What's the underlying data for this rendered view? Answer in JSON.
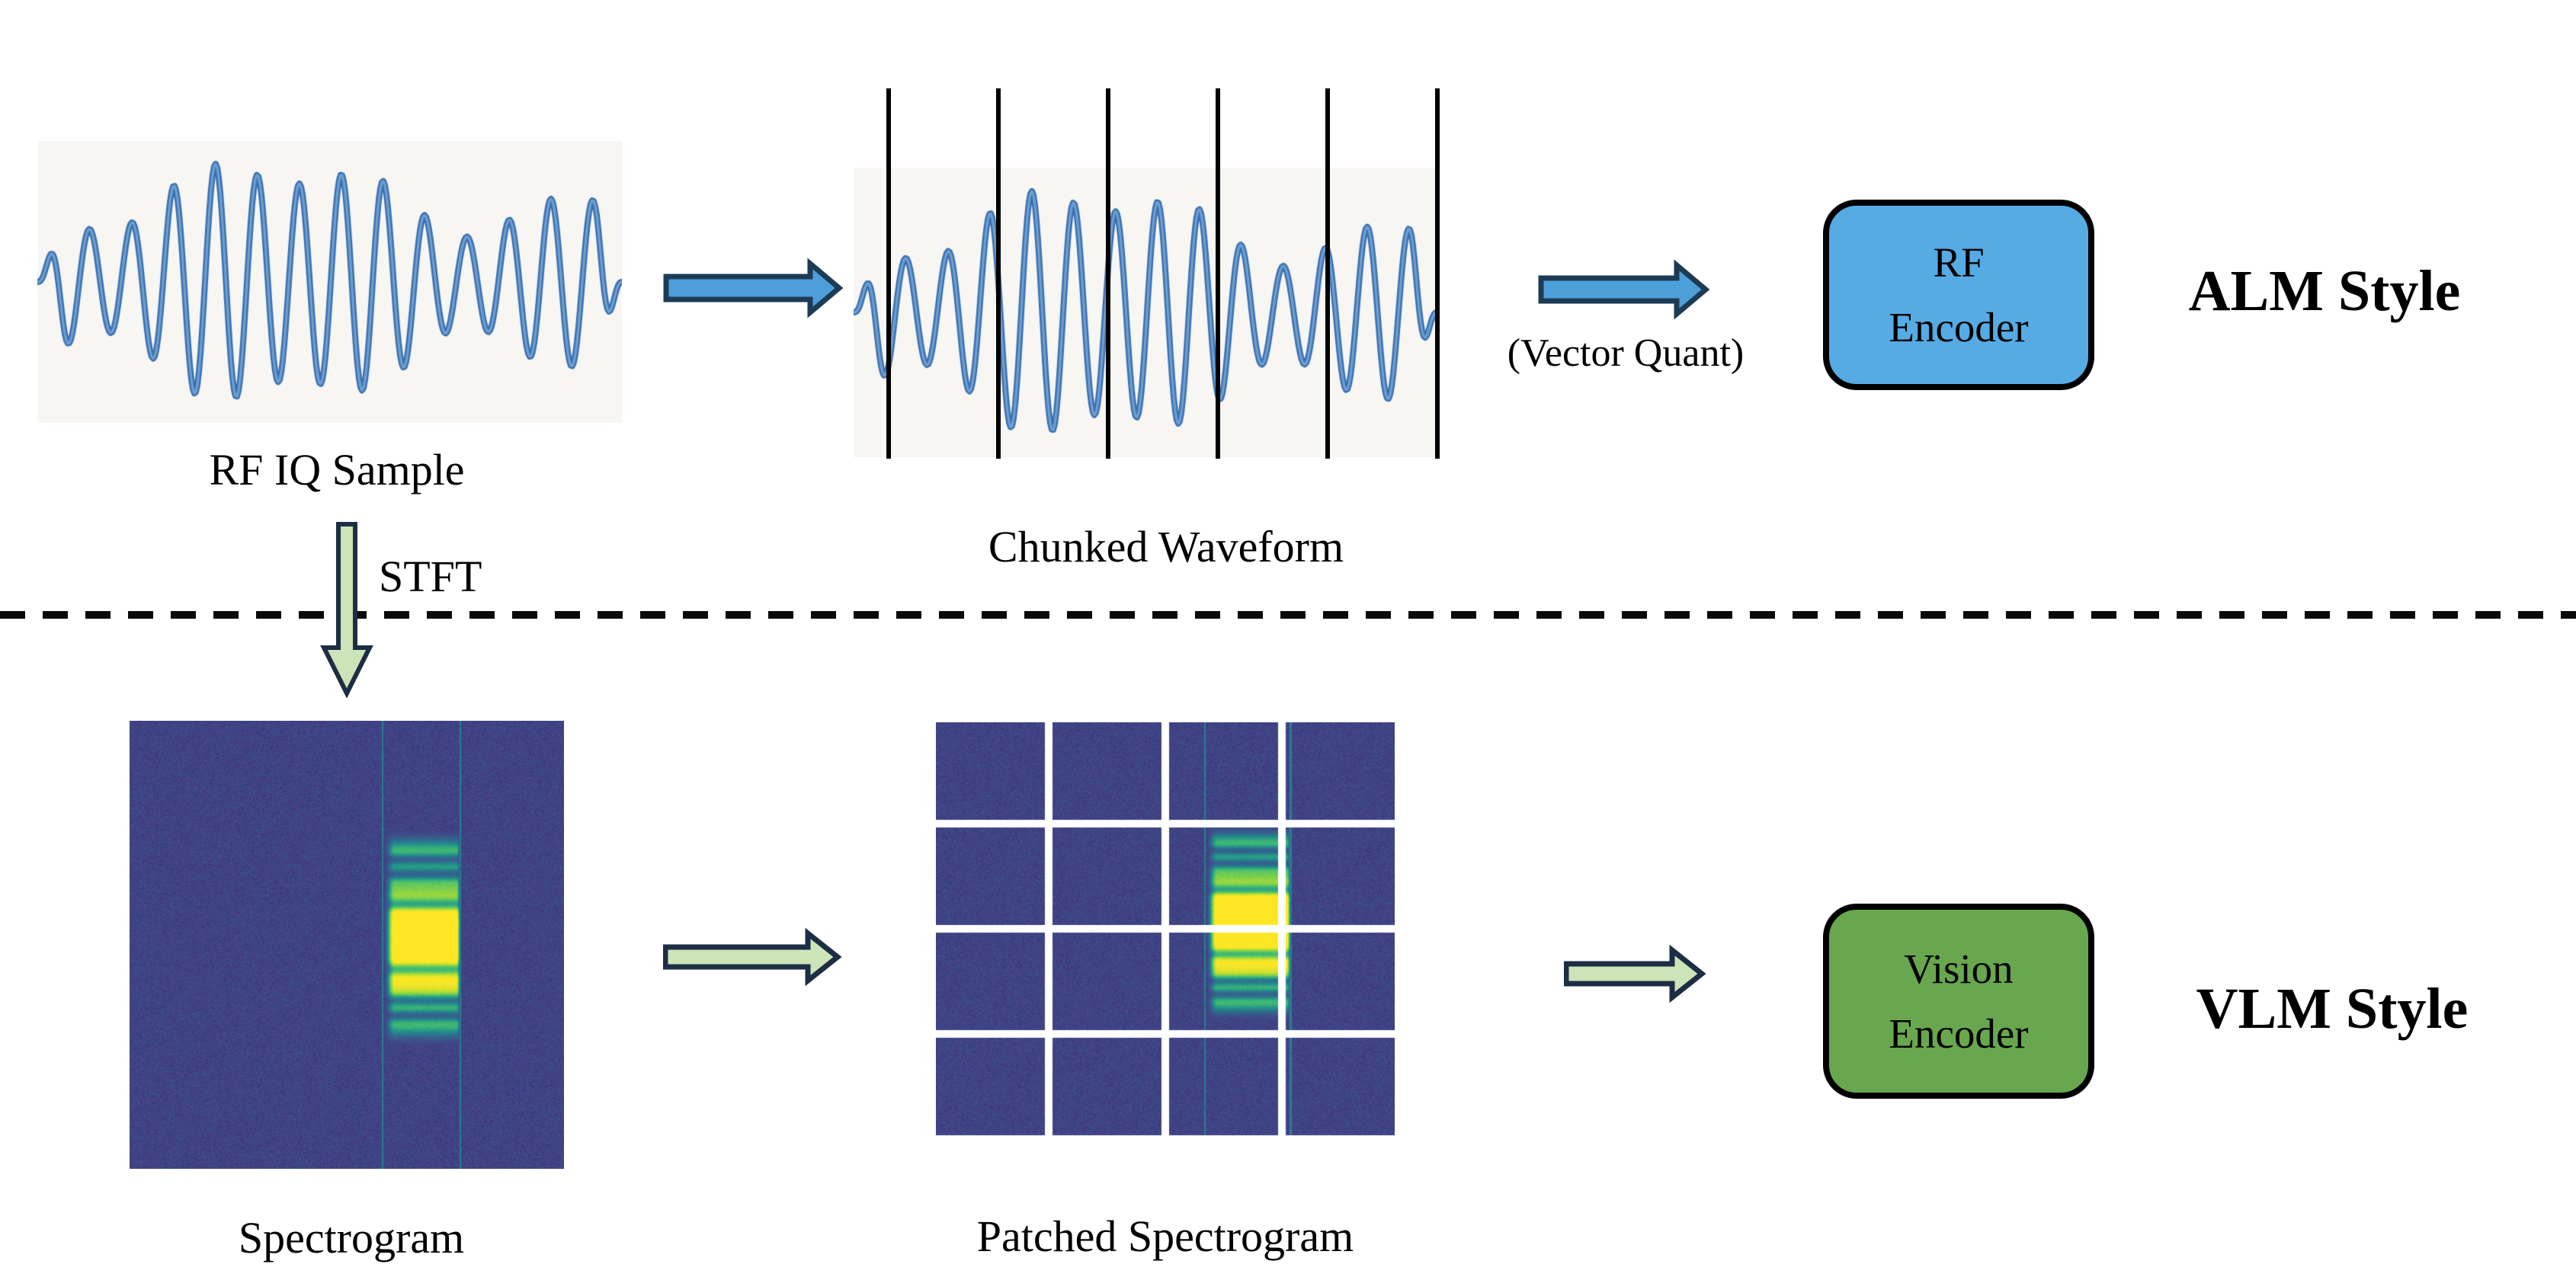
{
  "top_row": {
    "waveform_label": "RF IQ Sample",
    "chunked_label": "Chunked Waveform",
    "vector_quant_label": "(Vector Quant)",
    "encoder_box": {
      "line1": "RF",
      "line2": "Encoder",
      "fill_color": "#56abe4"
    },
    "style_label": "ALM Style"
  },
  "divider": {
    "stft_label": "STFT"
  },
  "bottom_row": {
    "spectrogram_label": "Spectrogram",
    "patched_label": "Patched Spectrogram",
    "encoder_box": {
      "line1": "Vision",
      "line2": "Encoder",
      "fill_color": "#68a74e"
    },
    "style_label": "VLM Style"
  },
  "colors": {
    "blue_arrow_fill": "#4d9fd9",
    "blue_arrow_outline": "#1d3b55",
    "green_arrow_fill": "#cde3b8",
    "green_arrow_outline": "#1c2e44",
    "wave_stroke": "#3a70b0",
    "wave_stroke_core": "#6f9fd2",
    "wave_background": "#f7f6f3",
    "chunk_line_color": "#000000",
    "dashed_divider_color": "#0a0a0a"
  }
}
